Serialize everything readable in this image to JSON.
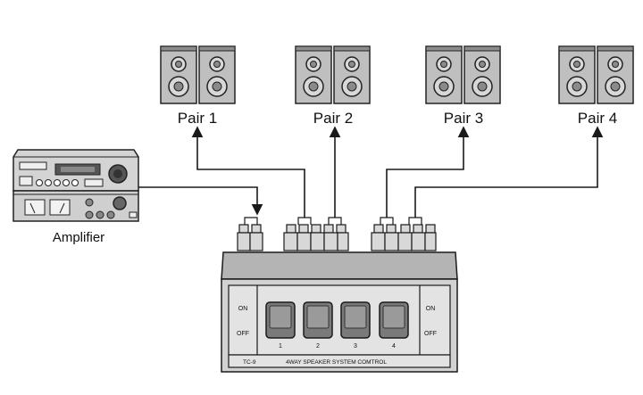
{
  "speakers": [
    {
      "label": "Pair 1"
    },
    {
      "label": "Pair 2"
    },
    {
      "label": "Pair 3"
    },
    {
      "label": "Pair 4"
    }
  ],
  "amplifier": {
    "label": "Amplifier"
  },
  "control_box": {
    "model": "TC-9",
    "title": "4WAY SPEAKER SYSTEM COMTROL",
    "left_on": "ON",
    "left_off": "OFF",
    "right_on": "ON",
    "right_off": "OFF",
    "switches": [
      "1",
      "2",
      "3",
      "4"
    ]
  },
  "colors": {
    "line": "#1a1a1a",
    "panel": "#c9c9c9",
    "panel_dark": "#9a9a9a",
    "face": "#e6e6e6"
  }
}
